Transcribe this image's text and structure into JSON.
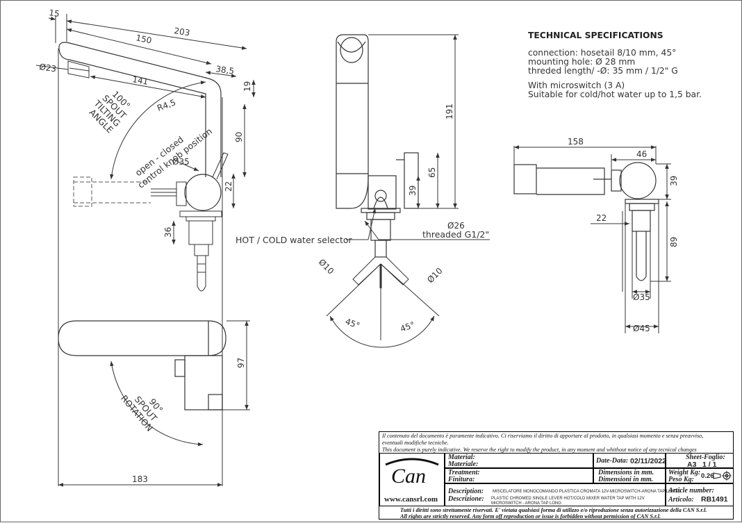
{
  "dimensions": {
    "d15": "15",
    "d203": "203",
    "d150": "150",
    "d23": "Ø23",
    "d385": "38,5",
    "d141": "141",
    "d19": "19",
    "dR45": "R4,5",
    "d90": "90",
    "d35a": "Ø35",
    "d22a": "22",
    "d36": "36",
    "d97": "97",
    "d183": "183",
    "d191": "191",
    "d65": "65",
    "d39a": "39",
    "d26": "Ø26",
    "d10a": "Ø10",
    "d10b": "Ø10",
    "d45a": "45°",
    "d45b": "45°",
    "d158": "158",
    "d46": "46",
    "d39b": "39",
    "d22b": "22",
    "d89": "89",
    "d35b": "Ø35",
    "d45c": "Ø45"
  },
  "annotations": {
    "spout_tilt_1": "100°",
    "spout_tilt_2": "SPOUT",
    "spout_tilt_3": "TILTING",
    "spout_tilt_4": "ANGLE",
    "knob_1": "open - closed",
    "knob_2": "control knob position",
    "rot_1": "90°",
    "rot_2": "SPOUT",
    "rot_3": "ROTATION",
    "selector": "HOT / COLD water selector",
    "threaded": "threaded  G1/2\""
  },
  "specs": {
    "title": "TECHNICAL SPECIFICATIONS",
    "lines1": [
      "connection: hosetail 8/10 mm, 45°",
      "mounting hole: Ø 28 mm",
      "threded length/ -Ø: 35 mm / 1/2\" G"
    ],
    "lines2": [
      "With microswitch (3 A)",
      "Suitable for cold/hot water up to 1,5 bar."
    ]
  },
  "titleblock": {
    "disclaimer_it": "Il contenuto del documento è puramente indicativo. Ci riserviamo il diritto di apportare al prodotto, in qualsiasi momento e senza preavviso, eventuali modifiche tecniche.",
    "disclaimer_it_a": "Il contenuto del documento è puramente indicativo. Ci riserviamo il diritto di apportare al prodotto, in qualsiasi momento e senza preavviso,",
    "disclaimer_it_b": "eventuali modifiche tecniche.",
    "disclaimer_en": "This document is purely indicative. We reserve the right to modify the product, in any moment and whithout notice of any tecnical changes",
    "logo": "Can",
    "website": "www.cansrl.com",
    "material_en": "Material:",
    "material_it": "Materiale:",
    "treatment_en": "Treatment:",
    "treatment_it": "Finitura:",
    "description_en": "Description:",
    "description_it": "Descrizione:",
    "desc_it_val": "MISCELATORE MONOCOMANDO PLASTICA CROMATA 12V-MICROSWITCH-ARONA TAP LUNGO",
    "desc_en_val": "PLASTIC CHROMED SINGLE LEVER HOT/COLD MIXER WATER TAP WITH 12V MICROSWITCH - ARONA TAP LONG",
    "date_label": "Date-Data:",
    "date_value": "02/11/2022",
    "dim_en": "Dimensions in mm.",
    "dim_it": "Dimensioni in mm.",
    "sheet_label": "Sheet-Foglio:",
    "sheet_size": "A3",
    "sheet_num": "1 / 1",
    "weight_en": "Weight Kg:",
    "weight_it": "Peso Kg:",
    "weight_value": "0.26",
    "article_en": "Article number:",
    "article_it": "Articolo:",
    "article_value": "RB1491",
    "rights_it": "Tutti i diritti sono strettamente riservati. E' vietata qualsiasi forma di utilizzo e/o riproduzione senza autorizzazione della CAN S.r.l.",
    "rights_en": "All rights are strictly reserved. Any form off reproduction or issue is forbidden without permission of CAN S.r.l."
  }
}
